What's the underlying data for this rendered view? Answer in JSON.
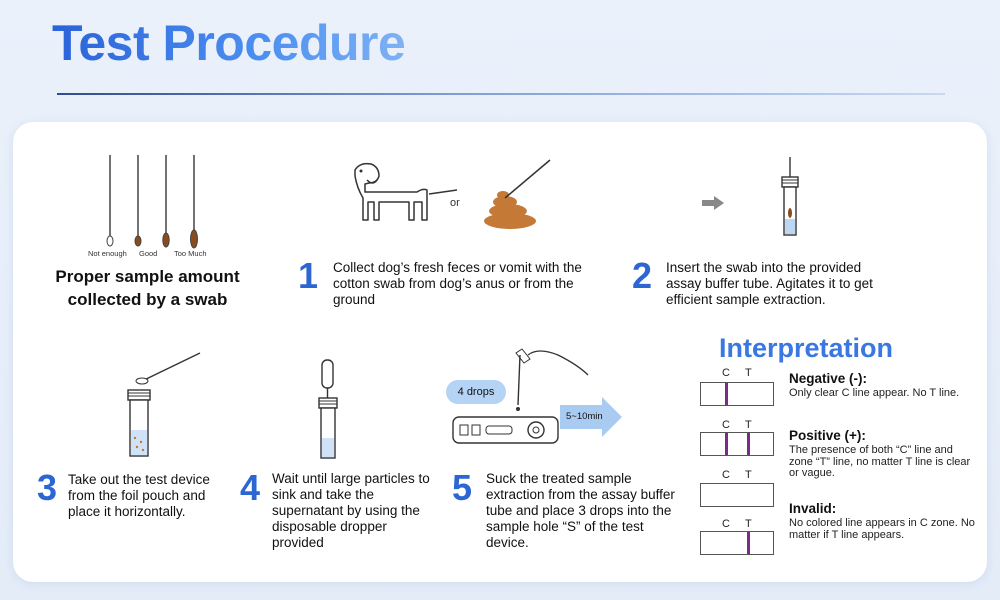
{
  "title": "Test Procedure",
  "swab_labels": [
    "Not enough",
    "Good",
    "Too Much"
  ],
  "proper_sample": "Proper sample amount collected by a swab",
  "or_text": "or",
  "steps": [
    {
      "num": "1",
      "text": "Collect dog’s fresh feces or vomit with the cotton swab from dog’s anus or from the ground"
    },
    {
      "num": "2",
      "text": "Insert the swab into the provided assay buffer tube. Agitates it to get efficient sample extraction."
    },
    {
      "num": "3",
      "text": "Take out the test device from the foil pouch and place it horizontally."
    },
    {
      "num": "4",
      "text": "Wait until large particles to sink and take the supernatant by using the disposable dropper provided"
    },
    {
      "num": "5",
      "text": "Suck the treated sample extraction from the assay buffer tube and place 3 drops into the sample hole “S” of the test device."
    }
  ],
  "drops_label": "4 drops",
  "time_label": "5~10min",
  "interpretation": {
    "title": "Interpretation",
    "strip_c": "C",
    "strip_t": "T",
    "results": [
      {
        "heading": "Negative (-):",
        "desc": "Only clear C line appear. No T line."
      },
      {
        "heading": "Positive (+):",
        "desc": "The presence of both “C” line and zone “T” line, no matter T line is clear or vague."
      },
      {
        "heading": "Invalid:",
        "desc": "No colored line appears in C zone. No matter if T line appears."
      }
    ]
  },
  "colors": {
    "accent": "#2c66d3",
    "title_blue": "#3a77e0",
    "line_purple": "#7b2a8a",
    "arrow_blue": "#a9cbf2"
  }
}
